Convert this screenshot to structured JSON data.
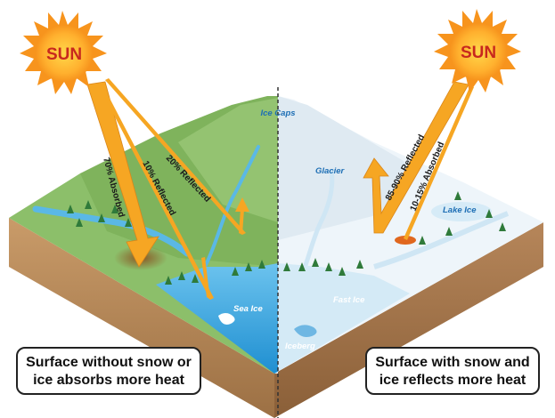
{
  "suns": {
    "left_label": "SUN",
    "right_label": "SUN"
  },
  "arrows": {
    "left_absorbed": "70% Absorbed",
    "left_reflected_10": "10% Reflected",
    "left_reflected_20": "20% Reflected",
    "right_reflected": "85-90% Reflected",
    "right_absorbed": "10-15% Absorbed"
  },
  "places": {
    "ice_caps": "Ice Caps",
    "glacier": "Glacier",
    "lake_ice": "Lake Ice",
    "sea_ice": "Sea Ice",
    "fast_ice": "Fast Ice",
    "iceberg": "Iceberg"
  },
  "captions": {
    "left_line1": "Surface without snow or",
    "left_line2": "ice absorbs more heat",
    "right_line1": "Surface with snow and",
    "right_line2": "ice reflects more heat"
  },
  "colors": {
    "arrow": "#f6a623",
    "sun": "#f7941d",
    "land": "#8cbf6a",
    "snow": "#f2f7fb",
    "water": "#3fa9e0",
    "soil": "#b98a5a"
  }
}
